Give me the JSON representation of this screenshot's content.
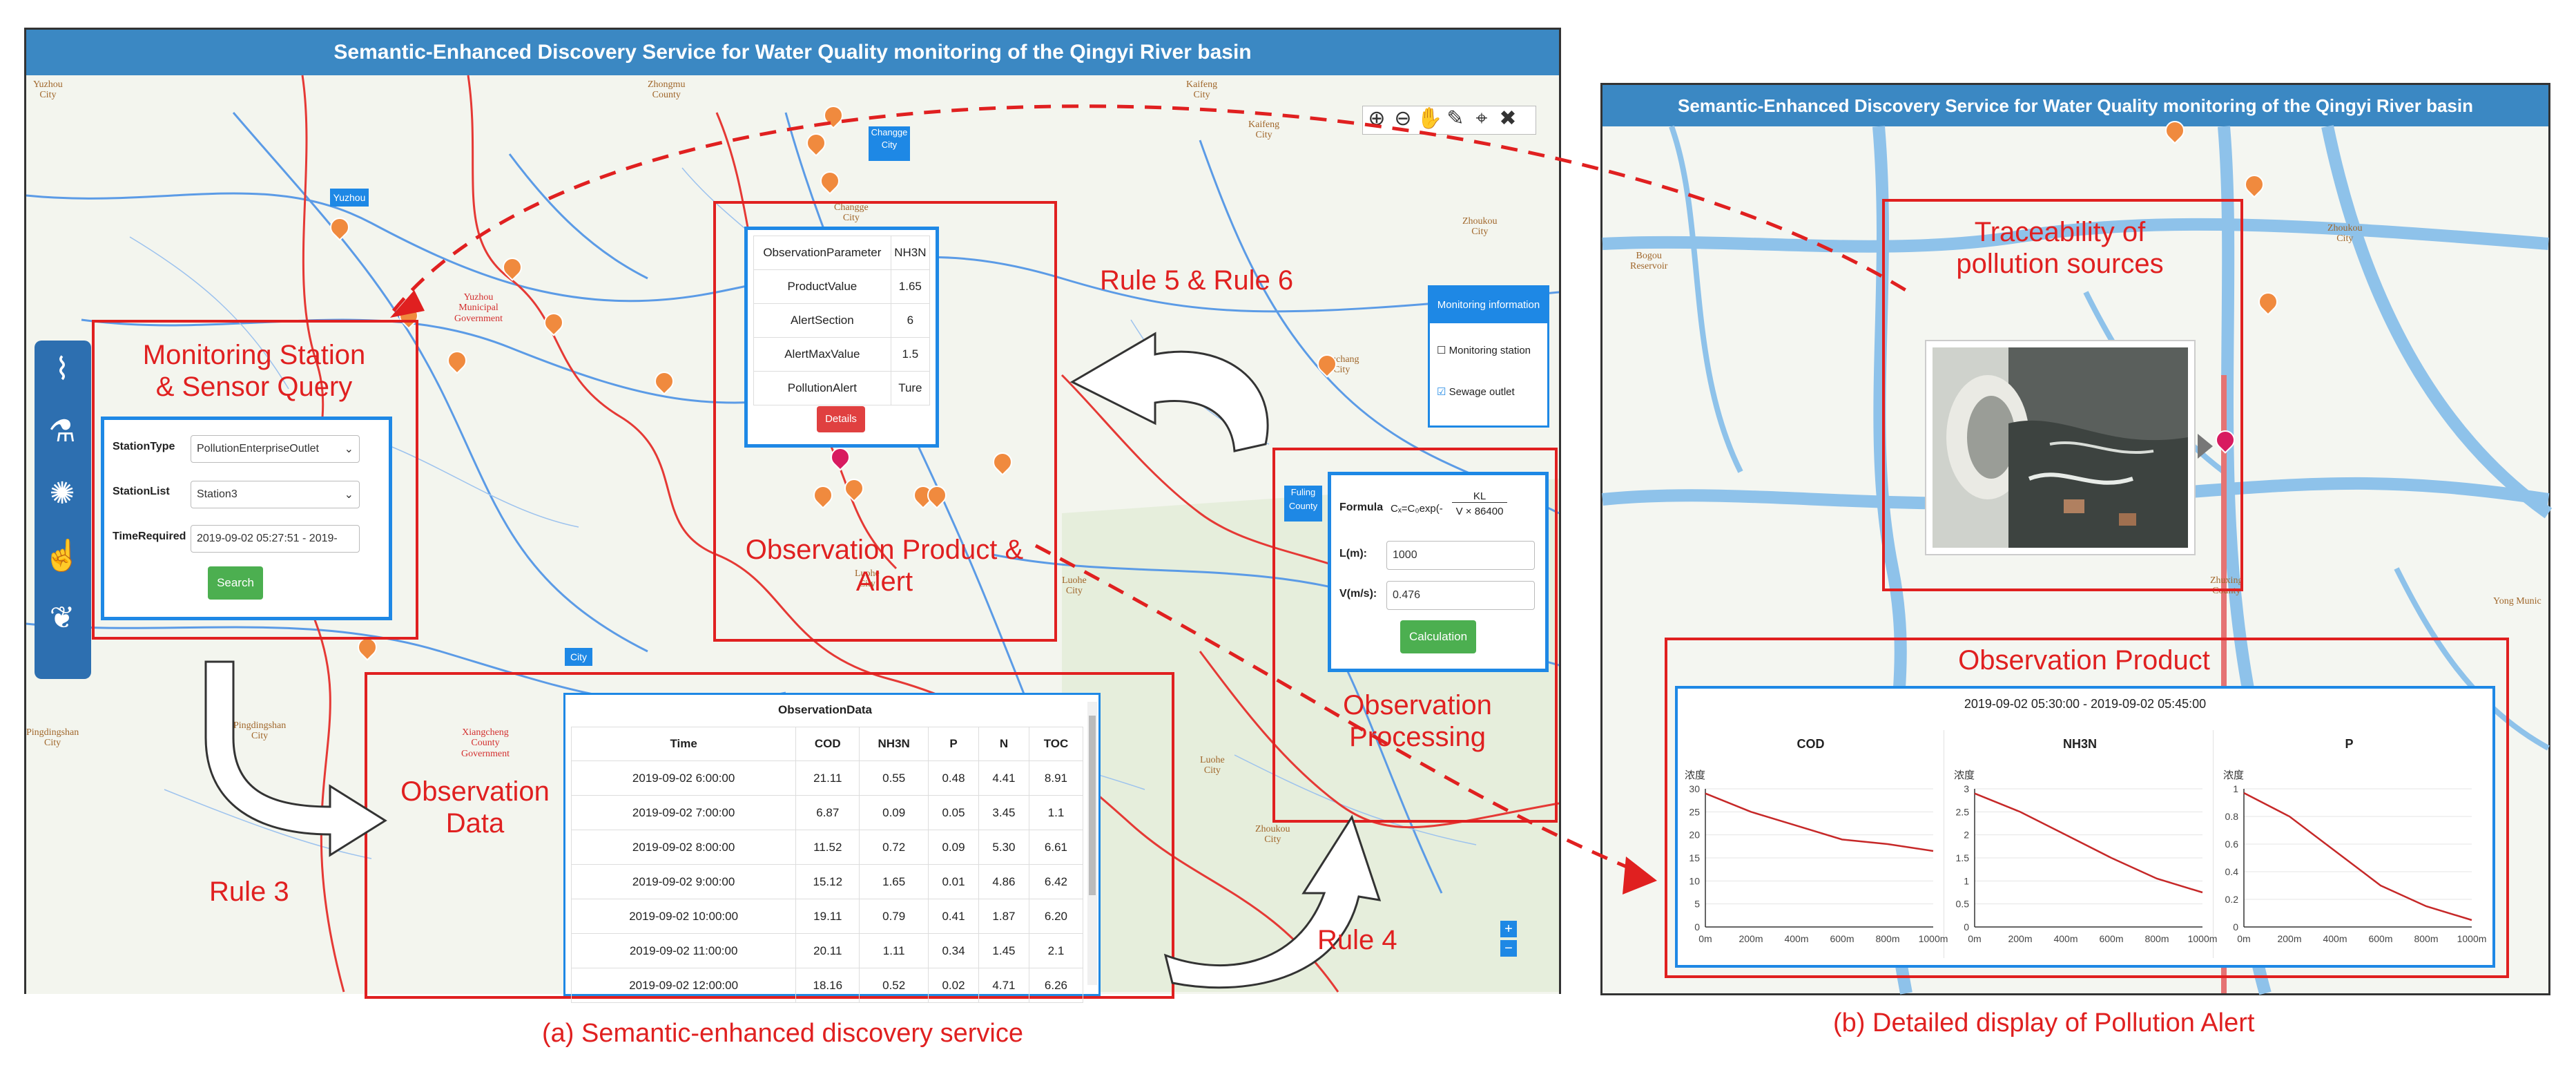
{
  "left_panel": {
    "title": "Semantic-Enhanced Discovery Service for Water Quality monitoring of the Qingyi River basin",
    "caption": "(a) Semantic-enhanced discovery service",
    "annotations": {
      "monitoring_station": "Monitoring Station\n& Sensor Query",
      "observation_product": "Observation Product &\nAlert",
      "observation_data": "Observation\nData",
      "observation_processing": "Observation\nProcessing",
      "rule56": "Rule 5 & Rule 6",
      "rule3": "Rule 3",
      "rule4": "Rule 4"
    },
    "cities": [
      {
        "name": "Yuzhou\nCity"
      },
      {
        "name": "Zhongmu\nCounty"
      },
      {
        "name": "Changge\nCity"
      },
      {
        "name": "Kaifeng\nCity"
      },
      {
        "name": "Kaifeng\nCity"
      },
      {
        "name": "Zhoukou\nCity"
      },
      {
        "name": "Xuchang\nCity"
      },
      {
        "name": "Yuzhou\nMunicipal\nGovernment"
      },
      {
        "name": "Xiangcheng\nCounty\nGovernment"
      },
      {
        "name": "Pingdingshan\nCity"
      },
      {
        "name": "Pingdingshan\nCity"
      },
      {
        "name": "Zhoukou\nCity"
      },
      {
        "name": "Luohe\nCity"
      },
      {
        "name": "Luohe\nCity"
      },
      {
        "name": "Luohe\nCity"
      }
    ],
    "station_query": {
      "station_type_label": "StationType",
      "station_type_value": "PollutionEnterpriseOutlet",
      "station_list_label": "StationList",
      "station_list_value": "Station3",
      "time_label": "TimeRequired",
      "time_value": "2019-09-02 05:27:51 - 2019-",
      "search_label": "Search"
    },
    "alert_popup": {
      "rows": [
        {
          "key": "ObservationParameter",
          "value": "NH3N"
        },
        {
          "key": "ProductValue",
          "value": "1.65"
        },
        {
          "key": "AlertSection",
          "value": "6"
        },
        {
          "key": "AlertMaxValue",
          "value": "1.5"
        },
        {
          "key": "PollutionAlert",
          "value": "Ture"
        }
      ],
      "details_label": "Details"
    },
    "monitoring_info": {
      "title": "Monitoring information",
      "items": [
        {
          "label": "Monitoring station",
          "checked": false
        },
        {
          "label": "Sewage outlet",
          "checked": true
        }
      ]
    },
    "processing": {
      "formula_label": "Formula",
      "formula_text": "Cₓ=C₀exp(-",
      "formula_num": "KL",
      "formula_den": "V × 86400",
      "l_label": "L(m):",
      "l_value": "1000",
      "v_label": "V(m/s):",
      "v_value": "0.476",
      "calc_label": "Calculation",
      "county_badge": "Fuling\nCounty"
    },
    "observation_data": {
      "title": "ObservationData",
      "columns": [
        "Time",
        "COD",
        "NH3N",
        "P",
        "N",
        "TOC"
      ],
      "rows": [
        [
          "2019-09-02 6:00:00",
          "21.11",
          "0.55",
          "0.48",
          "4.41",
          "8.91"
        ],
        [
          "2019-09-02 7:00:00",
          "6.87",
          "0.09",
          "0.05",
          "3.45",
          "1.1"
        ],
        [
          "2019-09-02 8:00:00",
          "11.52",
          "0.72",
          "0.09",
          "5.30",
          "6.61"
        ],
        [
          "2019-09-02 9:00:00",
          "15.12",
          "1.65",
          "0.01",
          "4.86",
          "6.42"
        ],
        [
          "2019-09-02 10:00:00",
          "19.11",
          "0.79",
          "0.41",
          "1.87",
          "6.20"
        ],
        [
          "2019-09-02 11:00:00",
          "20.11",
          "1.11",
          "0.34",
          "1.45",
          "2.1"
        ],
        [
          "2019-09-02 12:00:00",
          "18.16",
          "0.52",
          "0.02",
          "4.71",
          "6.26"
        ]
      ]
    },
    "zoom": {
      "plus": "+",
      "minus": "−"
    },
    "badge_county": "Changge\nCity",
    "badge_yuzhou": "Yuzhou",
    "badge_city": "City"
  },
  "right_panel": {
    "title": "Semantic-Enhanced Discovery Service for Water Quality monitoring of the Qingyi River basin",
    "caption": "(b) Detailed display of Pollution Alert",
    "annotations": {
      "traceability": "Traceability of\npollution sources",
      "observation_product": "Observation Product"
    },
    "cities": [
      {
        "name": "Zhoukou\nCity"
      },
      {
        "name": "Bogou\nReservoir"
      },
      {
        "name": "Zhuxing\nCounty"
      },
      {
        "name": "Yong Munic"
      }
    ],
    "product_range": "2019-09-02 05:30:00 - 2019-09-02 05:45:00",
    "charts": [
      {
        "name": "COD",
        "unit": "浓度"
      },
      {
        "name": "NH3N",
        "unit": "浓度"
      },
      {
        "name": "P",
        "unit": "浓度"
      }
    ]
  },
  "chart_data": [
    {
      "type": "line",
      "title": "COD",
      "ylabel": "浓度",
      "x": [
        "0m",
        "200m",
        "400m",
        "600m",
        "800m",
        "1000m"
      ],
      "values": [
        29,
        25,
        22,
        19,
        18,
        16.5
      ],
      "ylim": [
        0,
        30
      ],
      "yticks": [
        0,
        5,
        10,
        15,
        20,
        25,
        30
      ],
      "color": "#c62828"
    },
    {
      "type": "line",
      "title": "NH3N",
      "ylabel": "浓度",
      "x": [
        "0m",
        "200m",
        "400m",
        "600m",
        "800m",
        "1000m"
      ],
      "values": [
        2.9,
        2.5,
        2.0,
        1.5,
        1.05,
        0.75
      ],
      "ylim": [
        0,
        3
      ],
      "yticks": [
        0,
        0.5,
        1,
        1.5,
        2,
        2.5,
        3
      ],
      "color": "#c62828"
    },
    {
      "type": "line",
      "title": "P",
      "ylabel": "浓度",
      "x": [
        "0m",
        "200m",
        "400m",
        "600m",
        "800m",
        "1000m"
      ],
      "values": [
        0.97,
        0.8,
        0.55,
        0.3,
        0.15,
        0.05
      ],
      "ylim": [
        0,
        1
      ],
      "yticks": [
        0,
        0.2,
        0.4,
        0.6,
        0.8,
        1
      ],
      "color": "#c62828"
    }
  ]
}
